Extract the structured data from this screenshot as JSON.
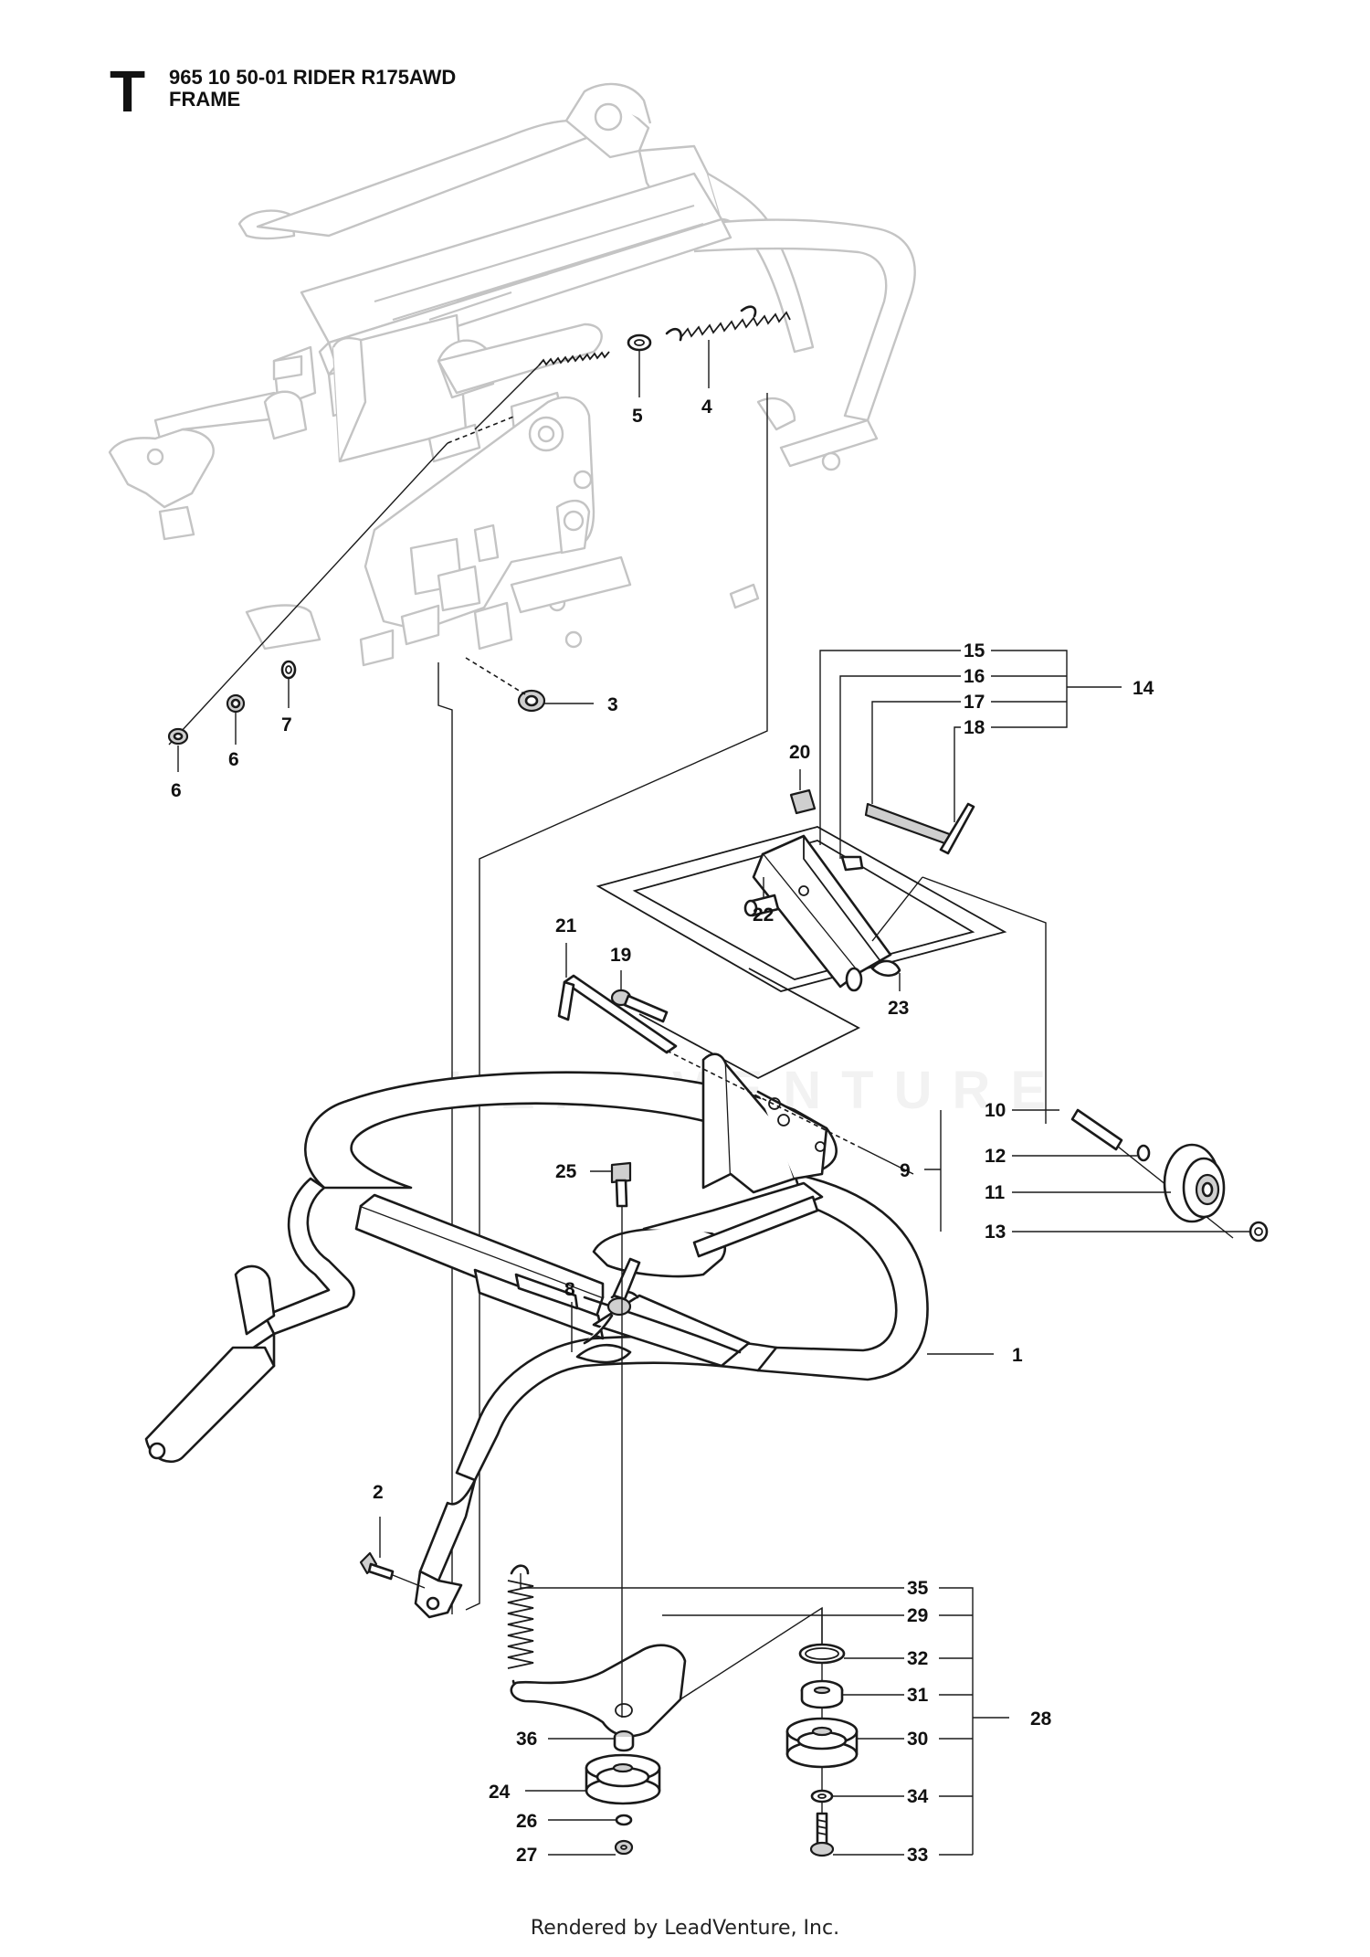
{
  "header": {
    "letter": "T",
    "line1": "965 10 50-01 RIDER R175AWD",
    "line2": "FRAME"
  },
  "watermark": "LEADVENTURE",
  "footer": "Rendered by LeadVenture, Inc.",
  "callouts": [
    {
      "id": "p1",
      "label": "1"
    },
    {
      "id": "p2",
      "label": "2"
    },
    {
      "id": "p3",
      "label": "3"
    },
    {
      "id": "p4",
      "label": "4"
    },
    {
      "id": "p5",
      "label": "5"
    },
    {
      "id": "p6a",
      "label": "6"
    },
    {
      "id": "p6b",
      "label": "6"
    },
    {
      "id": "p7",
      "label": "7"
    },
    {
      "id": "p8",
      "label": "8"
    },
    {
      "id": "p9",
      "label": "9"
    },
    {
      "id": "p10",
      "label": "10"
    },
    {
      "id": "p11",
      "label": "11"
    },
    {
      "id": "p12",
      "label": "12"
    },
    {
      "id": "p13",
      "label": "13"
    },
    {
      "id": "p14",
      "label": "14"
    },
    {
      "id": "p15",
      "label": "15"
    },
    {
      "id": "p16",
      "label": "16"
    },
    {
      "id": "p17",
      "label": "17"
    },
    {
      "id": "p18",
      "label": "18"
    },
    {
      "id": "p19",
      "label": "19"
    },
    {
      "id": "p20",
      "label": "20"
    },
    {
      "id": "p21",
      "label": "21"
    },
    {
      "id": "p22",
      "label": "22"
    },
    {
      "id": "p23",
      "label": "23"
    },
    {
      "id": "p24",
      "label": "24"
    },
    {
      "id": "p25",
      "label": "25"
    },
    {
      "id": "p26",
      "label": "26"
    },
    {
      "id": "p27",
      "label": "27"
    },
    {
      "id": "p28",
      "label": "28"
    },
    {
      "id": "p29",
      "label": "29"
    },
    {
      "id": "p30",
      "label": "30"
    },
    {
      "id": "p31",
      "label": "31"
    },
    {
      "id": "p32",
      "label": "32"
    },
    {
      "id": "p33",
      "label": "33"
    },
    {
      "id": "p34",
      "label": "34"
    },
    {
      "id": "p35",
      "label": "35"
    },
    {
      "id": "p36",
      "label": "36"
    }
  ]
}
